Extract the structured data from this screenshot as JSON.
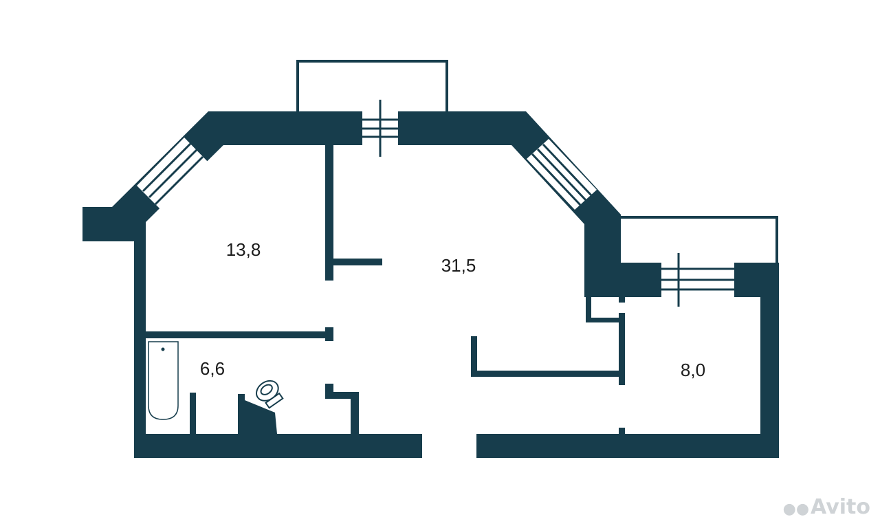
{
  "rooms": [
    {
      "id": "room-left",
      "area": "13,8"
    },
    {
      "id": "room-main",
      "area": "31,5"
    },
    {
      "id": "room-bath",
      "area": "6,6"
    },
    {
      "id": "room-right",
      "area": "8,0"
    }
  ],
  "watermark": "Avito",
  "colors": {
    "wall": "#173d4c",
    "background": "#ffffff",
    "watermark": "#cfd3d6"
  }
}
